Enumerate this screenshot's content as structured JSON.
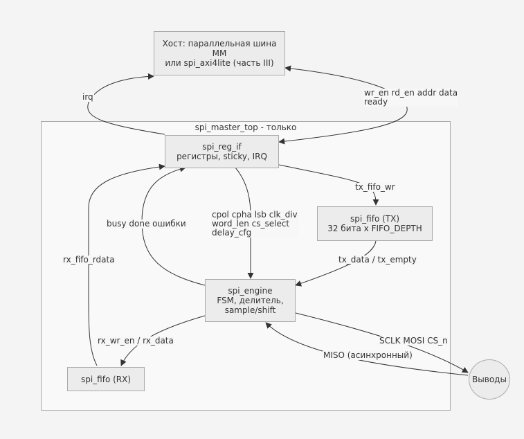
{
  "colors": {
    "node_fill": "#ececec",
    "node_stroke": "#aaaaaa",
    "cluster_fill": "#f9f9f9",
    "edge": "#333333",
    "text": "#333333"
  },
  "cluster": {
    "label": "spi_master_top - только"
  },
  "nodes": {
    "host": {
      "lines": [
        "Хост: параллельная шина",
        "MM",
        "или spi_axi4lite (часть III)"
      ]
    },
    "reg_if": {
      "lines": [
        "spi_reg_if",
        "регистры, sticky, IRQ"
      ]
    },
    "tx_fifo": {
      "lines": [
        "spi_fifo (TX)",
        "32 бита x FIFO_DEPTH"
      ]
    },
    "engine": {
      "lines": [
        "spi_engine",
        "FSM, делитель,",
        "sample/shift"
      ]
    },
    "rx_fifo": {
      "lines": [
        "spi_fifo (RX)"
      ]
    },
    "pins": {
      "lines": [
        "Выводы"
      ]
    }
  },
  "edges": {
    "irq": {
      "lines": [
        "irq"
      ]
    },
    "host_bus": {
      "lines": [
        "wr_en rd_en addr data",
        "ready"
      ]
    },
    "tx_fifo_wr": {
      "lines": [
        "tx_fifo_wr"
      ]
    },
    "config": {
      "lines": [
        "cpol cpha lsb clk_div",
        "word_len cs_select",
        "delay_cfg"
      ]
    },
    "status": {
      "lines": [
        "busy done ошибки"
      ]
    },
    "rx_fifo_rdata": {
      "lines": [
        "rx_fifo_rdata"
      ]
    },
    "tx_data": {
      "lines": [
        "tx_data / tx_empty"
      ]
    },
    "rx_wr": {
      "lines": [
        "rx_wr_en / rx_data"
      ]
    },
    "spi_out": {
      "lines": [
        "SCLK MOSI CS_n"
      ]
    },
    "miso": {
      "lines": [
        "MISO (асинхронный)"
      ]
    }
  }
}
